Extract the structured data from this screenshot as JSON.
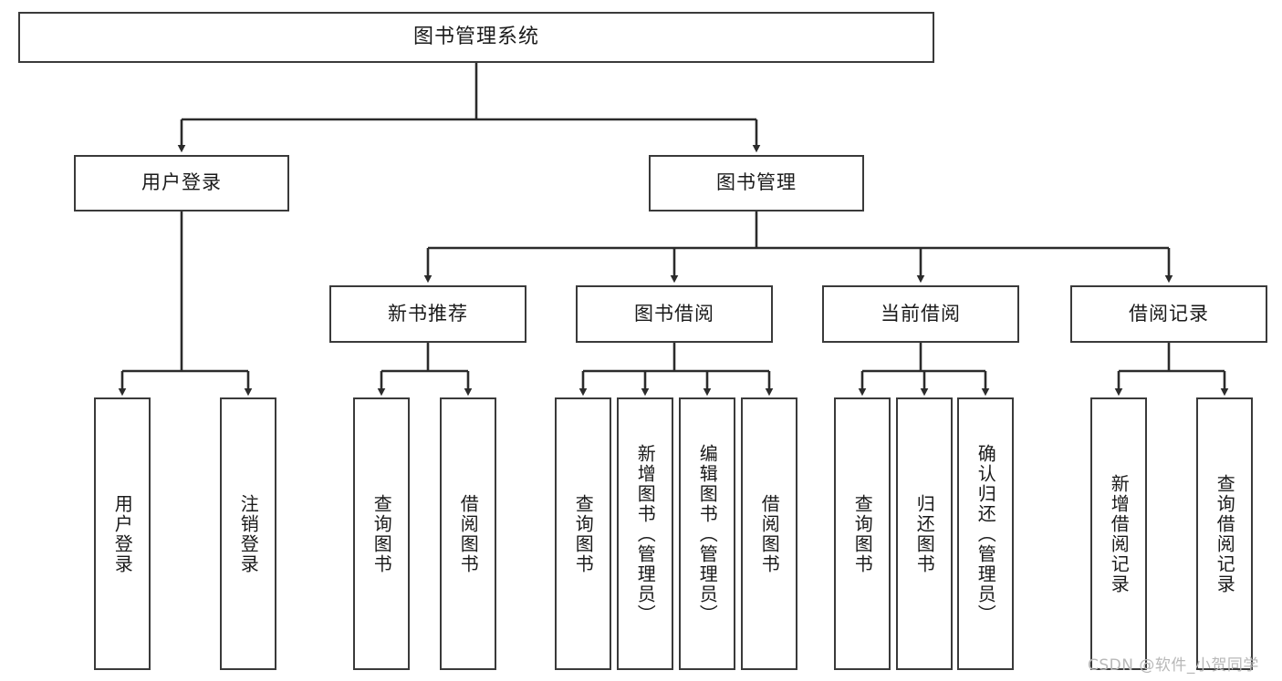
{
  "diagram": {
    "type": "tree-hierarchy",
    "title": "图书管理系统",
    "orientation": "top-down",
    "colors": {
      "box_border": "#3a3a3a",
      "box_fill": "#ffffff",
      "connector": "#2b2b2b",
      "text": "#1a1a1a",
      "watermark": "#b8b8b8",
      "background": "#ffffff"
    }
  },
  "root": {
    "label": "图书管理系统"
  },
  "level1": [
    {
      "label": "用户登录"
    },
    {
      "label": "图书管理"
    }
  ],
  "level2": [
    {
      "label": "新书推荐"
    },
    {
      "label": "图书借阅"
    },
    {
      "label": "当前借阅"
    },
    {
      "label": "借阅记录"
    }
  ],
  "leaves": {
    "user_login": [
      {
        "label": "用户登录"
      },
      {
        "label": "注销登录"
      }
    ],
    "new_book_recommend": [
      {
        "label": "查询图书"
      },
      {
        "label": "借阅图书"
      }
    ],
    "book_borrow": [
      {
        "label": "查询图书"
      },
      {
        "label": "新增图书（管理员）"
      },
      {
        "label": "编辑图书（管理员）"
      },
      {
        "label": "借阅图书"
      }
    ],
    "current_borrow": [
      {
        "label": "查询图书"
      },
      {
        "label": "归还图书"
      },
      {
        "label": "确认归还（管理员）"
      }
    ],
    "borrow_record": [
      {
        "label": "新增借阅记录"
      },
      {
        "label": "查询借阅记录"
      }
    ]
  },
  "watermark": {
    "text": "CSDN @软件_小贺同学"
  }
}
